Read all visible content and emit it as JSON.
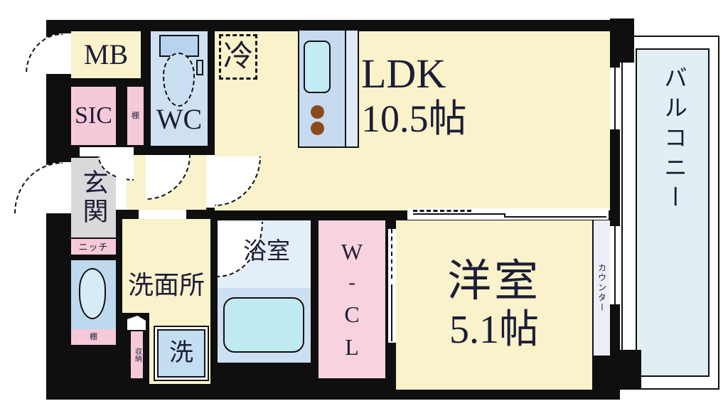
{
  "floorplan": {
    "rooms": {
      "mb": "MB",
      "sic": "SIC",
      "shelf_upper": "棚",
      "wc": "WC",
      "fridge": "冷",
      "ldk_name": "LDK",
      "ldk_size": "10.5帖",
      "genkan": "玄関",
      "niche": "ニッチ",
      "shelf_lower": "棚",
      "washroom": "洗面所",
      "storage": "収納",
      "washer": "洗",
      "bathroom": "浴室",
      "wcl_chars": [
        "W",
        "-",
        "C",
        "L"
      ],
      "western_name": "洋室",
      "western_size": "5.1帖",
      "counter": "カウンター",
      "balcony": "バルコニー"
    },
    "colors": {
      "wall": "#0f0f0f",
      "room_yellow": "#f9f2cb",
      "room_pink": "#f6c9d9",
      "room_blue": "#cfe0f2",
      "room_gray": "#d9d9db",
      "fixture_cyan": "#bfeaf2",
      "balcony_blue": "#e1eff5",
      "burner_brown": "#8a4a1c",
      "text_navy": "#1d1d35"
    }
  }
}
